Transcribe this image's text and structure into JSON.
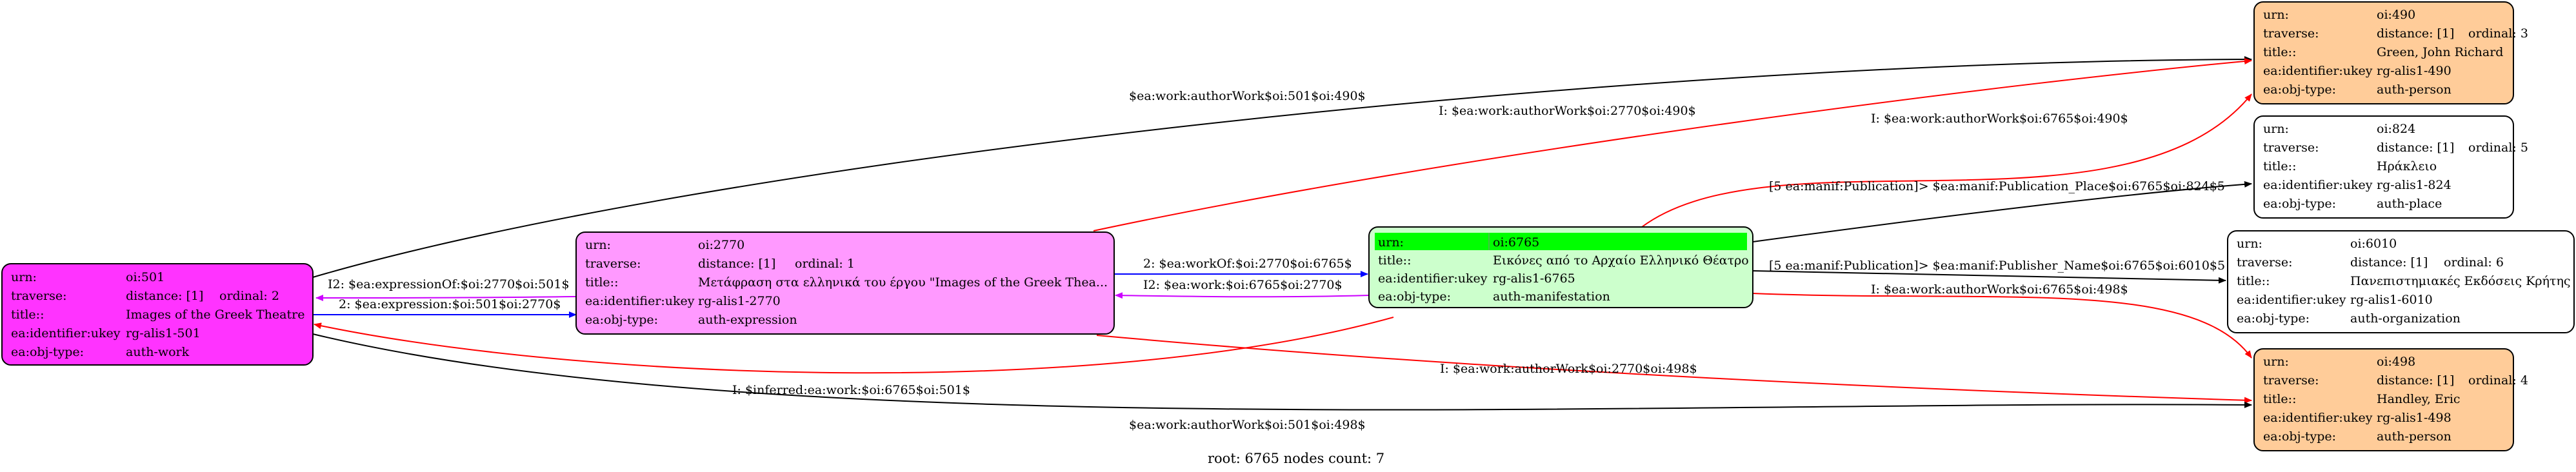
{
  "colors": {
    "work": "#ff33ff",
    "expression": "#ff99ff",
    "manifestation": "#ccffcc",
    "manifestation_highlight": "#00ff00",
    "person": "#ffcc99",
    "plain": "#ffffff",
    "edge_black": "#000000",
    "edge_red": "#ff0000",
    "edge_blue": "#0000ff",
    "edge_magenta": "#cc00ff"
  },
  "footer": "root: 6765 nodes count: 7",
  "nodes": {
    "n501": {
      "rows": [
        {
          "key": "urn:",
          "value": "oi:501"
        },
        {
          "key": "traverse:",
          "value": "distance: [1]",
          "extra": "ordinal: 2"
        },
        {
          "key": "title::",
          "value": "Images of the Greek Theatre"
        },
        {
          "key": "ea:identifier:ukey",
          "value": "rg-alis1-501"
        },
        {
          "key": "ea:obj-type:",
          "value": "auth-work"
        }
      ]
    },
    "n2770": {
      "rows": [
        {
          "key": "urn:",
          "value": "oi:2770"
        },
        {
          "key": "traverse:",
          "value": "distance: [1]",
          "extra": "ordinal: 1"
        },
        {
          "key": "title::",
          "value": "Μετάφραση στα ελληνικά του έργου \"Images of the Greek Thea..."
        },
        {
          "key": "ea:identifier:ukey",
          "value": "rg-alis1-2770"
        },
        {
          "key": "ea:obj-type:",
          "value": "auth-expression"
        }
      ]
    },
    "n6765": {
      "rows": [
        {
          "key": "urn:",
          "value": "oi:6765"
        },
        {
          "key": "title::",
          "value": "Εικόνες από το Αρχαίο Ελληνικό Θέατρο"
        },
        {
          "key": "ea:identifier:ukey",
          "value": "rg-alis1-6765"
        },
        {
          "key": "ea:obj-type:",
          "value": "auth-manifestation"
        }
      ]
    },
    "n490": {
      "rows": [
        {
          "key": "urn:",
          "value": "oi:490"
        },
        {
          "key": "traverse:",
          "value": "distance: [1]",
          "extra": "ordinal: 3"
        },
        {
          "key": "title::",
          "value": "Green, John Richard"
        },
        {
          "key": "ea:identifier:ukey",
          "value": "rg-alis1-490"
        },
        {
          "key": "ea:obj-type:",
          "value": "auth-person"
        }
      ]
    },
    "n824": {
      "rows": [
        {
          "key": "urn:",
          "value": "oi:824"
        },
        {
          "key": "traverse:",
          "value": "distance: [1]",
          "extra": "ordinal: 5"
        },
        {
          "key": "title::",
          "value": "Ηράκλειο"
        },
        {
          "key": "ea:identifier:ukey",
          "value": "rg-alis1-824"
        },
        {
          "key": "ea:obj-type:",
          "value": "auth-place"
        }
      ]
    },
    "n6010": {
      "rows": [
        {
          "key": "urn:",
          "value": "oi:6010"
        },
        {
          "key": "traverse:",
          "value": "distance: [1]",
          "extra": "ordinal: 6"
        },
        {
          "key": "title::",
          "value": "Πανεπιστημιακές Εκδόσεις Κρήτης"
        },
        {
          "key": "ea:identifier:ukey",
          "value": "rg-alis1-6010"
        },
        {
          "key": "ea:obj-type:",
          "value": "auth-organization"
        }
      ]
    },
    "n498": {
      "rows": [
        {
          "key": "urn:",
          "value": "oi:498"
        },
        {
          "key": "traverse:",
          "value": "distance: [1]",
          "extra": "ordinal: 4"
        },
        {
          "key": "title::",
          "value": "Handley, Eric"
        },
        {
          "key": "ea:identifier:ukey",
          "value": "rg-alis1-498"
        },
        {
          "key": "ea:obj-type:",
          "value": "auth-person"
        }
      ]
    }
  },
  "edges": [
    {
      "label": "$ea:work:authorWork$oi:501$oi:490$",
      "from": "oi:501",
      "to": "oi:490",
      "color": "black"
    },
    {
      "label": "I: $ea:work:authorWork$oi:2770$oi:490$",
      "from": "oi:2770",
      "to": "oi:490",
      "color": "red"
    },
    {
      "label": "I: $ea:work:authorWork$oi:6765$oi:490$",
      "from": "oi:6765",
      "to": "oi:490",
      "color": "red"
    },
    {
      "label": "[5 ea:manif:Publication]> $ea:manif:Publication_Place$oi:6765$oi:824$5",
      "from": "oi:6765",
      "to": "oi:824",
      "color": "black"
    },
    {
      "label": "[5 ea:manif:Publication]> $ea:manif:Publisher_Name$oi:6765$oi:6010$5",
      "from": "oi:6765",
      "to": "oi:6010",
      "color": "black"
    },
    {
      "label": "I: $ea:work:authorWork$oi:6765$oi:498$",
      "from": "oi:6765",
      "to": "oi:498",
      "color": "red"
    },
    {
      "label": "I2: $ea:expressionOf:$oi:2770$oi:501$",
      "from": "oi:2770",
      "to": "oi:501",
      "color": "magenta"
    },
    {
      "label": "2: $ea:expression:$oi:501$oi:2770$",
      "from": "oi:501",
      "to": "oi:2770",
      "color": "blue"
    },
    {
      "label": "2: $ea:workOf:$oi:2770$oi:6765$",
      "from": "oi:2770",
      "to": "oi:6765",
      "color": "blue"
    },
    {
      "label": "I2: $ea:work:$oi:6765$oi:2770$",
      "from": "oi:6765",
      "to": "oi:2770",
      "color": "magenta"
    },
    {
      "label": "I: $inferred:ea:work:$oi:6765$oi:501$",
      "from": "oi:6765",
      "to": "oi:501",
      "color": "red"
    },
    {
      "label": "I: $ea:work:authorWork$oi:2770$oi:498$",
      "from": "oi:2770",
      "to": "oi:498",
      "color": "red"
    },
    {
      "label": "$ea:work:authorWork$oi:501$oi:498$",
      "from": "oi:501",
      "to": "oi:498",
      "color": "black"
    }
  ]
}
